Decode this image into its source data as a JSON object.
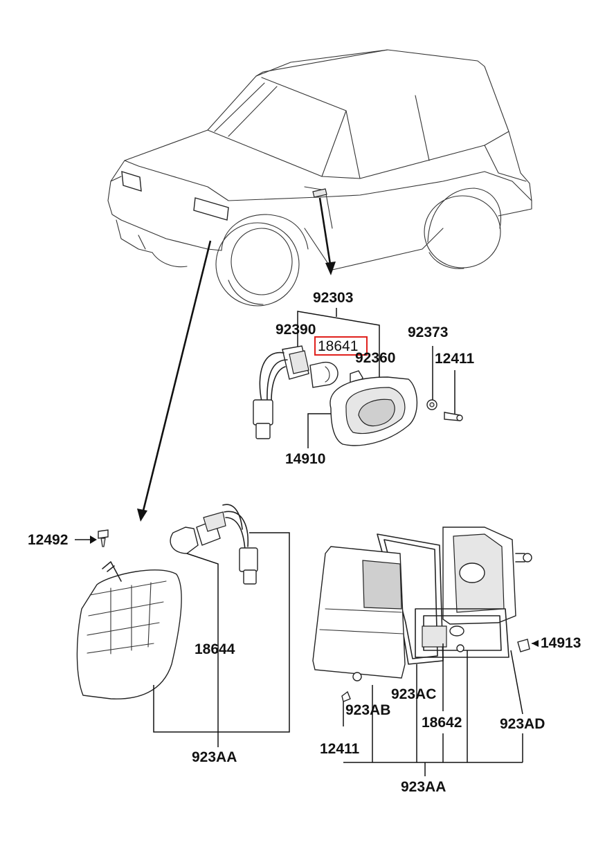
{
  "diagram": {
    "labels": {
      "p92303": "92303",
      "p92390": "92390",
      "p18641": "18641",
      "p92360": "92360",
      "p92373": "92373",
      "p12411_top": "12411",
      "p14910": "14910",
      "p12492": "12492",
      "p18644": "18644",
      "p923AA_left": "923AA",
      "p14913": "14913",
      "p923AC": "923AC",
      "p923AB": "923AB",
      "p18642": "18642",
      "p923AD": "923AD",
      "p12411_bottom": "12411",
      "p923AA_bottom": "923AA"
    },
    "highlighted_part": "18641",
    "highlight_color": "#e0201c"
  }
}
